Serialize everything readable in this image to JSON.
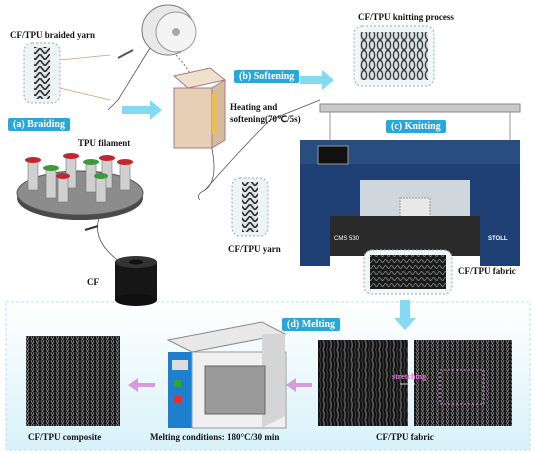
{
  "labels": {
    "braided_yarn": "CF/TPU braided yarn",
    "knitting_process": "CF/TPU knitting process",
    "softening_step": "(b) Softening",
    "heating": "Heating and",
    "heating_condition": "softening(70℃/5s)",
    "braiding_step": "(a) Braiding",
    "knitting_step": "(c) Knitting",
    "tpu_filament": "TPU filament",
    "cf": "CF",
    "cf_tpu_yarn": "CF/TPU yarn",
    "cf_tpu_fabric_top": "CF/TPU fabric",
    "melting_step": "(d) Melting",
    "composite": "CF/TPU composite",
    "melting_conditions": "Melting conditions: 180°C/30 min",
    "cf_tpu_fabric_bottom": "CF/TPU fabric",
    "stretching": "stretching",
    "machine_model": "CMS 530",
    "machine_brand": "STOLL"
  },
  "colors": {
    "accent": "#29a8d8",
    "arrow": "#6ed3ee",
    "melting_arrow": "#d58fd8",
    "panel_bg": "#e8f7fc",
    "machine_blue": "#1e3f73"
  }
}
